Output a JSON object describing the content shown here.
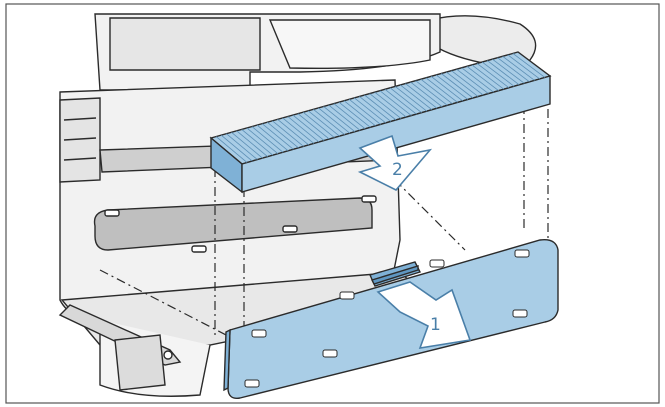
{
  "steps": [
    {
      "label": "1",
      "action": "pull-cover-out"
    },
    {
      "label": "2",
      "action": "push-filter-down"
    }
  ],
  "colors": {
    "part_highlight": "#a9cde6",
    "part_highlight_dark": "#7fb1d6",
    "arrow_fill": "#ffffff",
    "arrow_stroke": "#4a7fa8",
    "line": "#2b2b2b",
    "housing": "#f2f2f2",
    "housing_shade": "#d9d9d9",
    "frame_border": "#555555"
  }
}
